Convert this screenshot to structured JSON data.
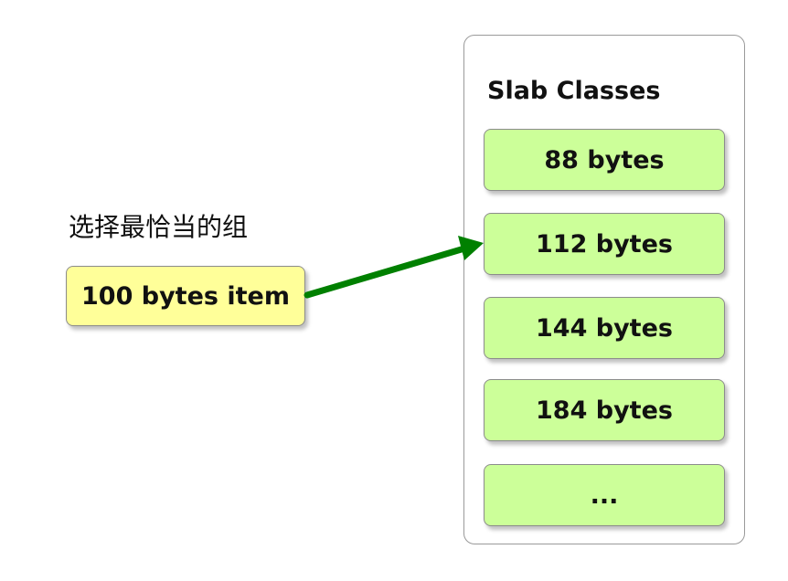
{
  "caption": "选择最恰当的组",
  "item": {
    "label": "100 bytes item"
  },
  "slab_panel": {
    "title": "Slab Classes",
    "classes": [
      {
        "label": "88 bytes"
      },
      {
        "label": "112 bytes"
      },
      {
        "label": "144 bytes"
      },
      {
        "label": "184 bytes"
      },
      {
        "label": "..."
      }
    ]
  },
  "colors": {
    "item_fill": "#ffff99",
    "slab_fill": "#ccff99",
    "arrow": "#008000",
    "border": "#8c8c8c"
  },
  "arrow": {
    "from": "item",
    "to_class_index": 1
  }
}
